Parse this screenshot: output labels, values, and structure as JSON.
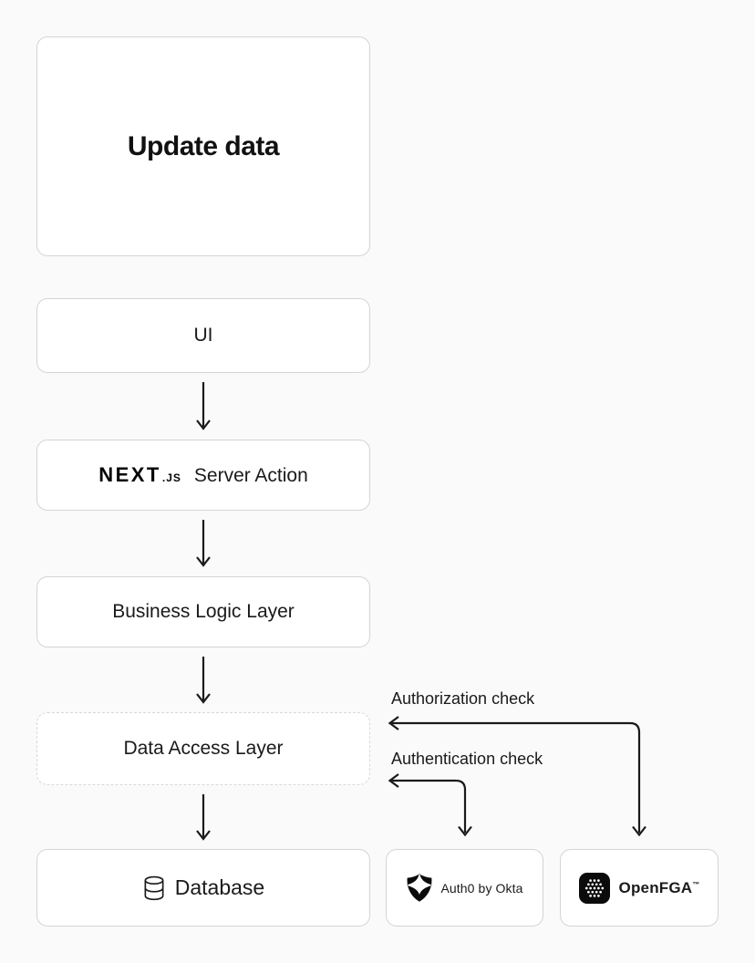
{
  "colors": {
    "background": "#fafafa",
    "node_fill": "#ffffff",
    "node_border_solid": "#d4d4d4",
    "node_border_dashed": "#d8d8d8",
    "arrow": "#1a1a1a",
    "text": "#1a1a1a",
    "logo_black": "#0b0b0b"
  },
  "nodes": {
    "update_data": "Update data",
    "ui": "UI",
    "server_action": {
      "brand": "NEXT",
      "brand_suffix": ".JS",
      "label": "Server Action",
      "icon": "nextjs-logo"
    },
    "business_logic": "Business Logic Layer",
    "data_access": "Data Access Layer",
    "database": {
      "label": "Database",
      "icon": "database-cylinder-icon"
    },
    "auth0": {
      "label": "Auth0 by Okta",
      "icon": "auth0-shield-icon"
    },
    "openfga": {
      "label": "OpenFGA",
      "trademark": "™",
      "icon": "openfga-dots-icon"
    }
  },
  "edge_labels": {
    "authorization": "Authorization check",
    "authentication": "Authentication check"
  }
}
